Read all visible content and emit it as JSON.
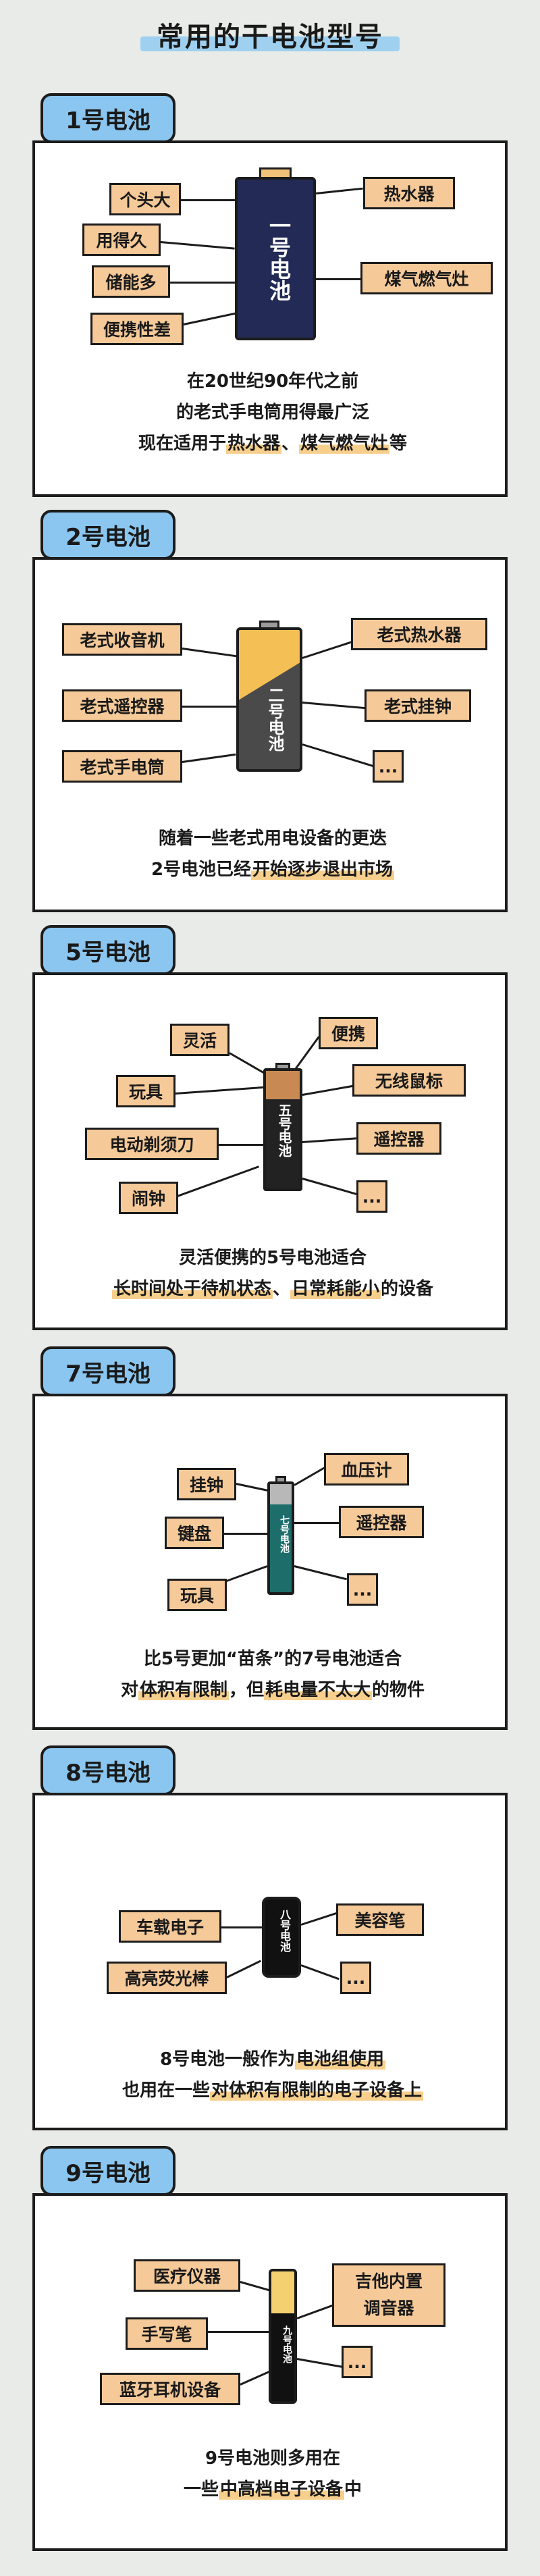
{
  "title": "常用的干电池型号",
  "sections": [
    {
      "badge": "1号电池",
      "battery_label": "一号电池",
      "tags": [
        "个头大",
        "用得久",
        "储能多",
        "便携性差",
        "热水器",
        "煤气燃气灶"
      ],
      "desc": {
        "line1": "在20世纪90年代之前",
        "line2": "的老式手电筒用得最广泛",
        "line3_pre": "现在适用于",
        "line3_hl1": "热水器",
        "line3_sep": "、",
        "line3_hl2": "煤气燃气灶",
        "line3_post": "等"
      }
    },
    {
      "badge": "2号电池",
      "battery_label": "二号电池",
      "tags": [
        "老式收音机",
        "老式遥控器",
        "老式手电筒",
        "老式热水器",
        "老式挂钟",
        "..."
      ],
      "desc": {
        "line1": "随着一些老式用电设备的更迭",
        "line2_pre": "2号电池已经",
        "line2_hl": "开始逐步退出市场"
      }
    },
    {
      "badge": "5号电池",
      "battery_label": "五号电池",
      "tags": [
        "灵活",
        "玩具",
        "电动剃须刀",
        "闹钟",
        "便携",
        "无线鼠标",
        "遥控器",
        "..."
      ],
      "desc": {
        "line1": "灵活便携的5号电池适合",
        "line2_hl1": "长时间处于待机状态",
        "line2_sep": "、",
        "line2_hl2": "日常耗能小",
        "line2_post": "的设备"
      }
    },
    {
      "badge": "7号电池",
      "battery_label": "七号电池",
      "tags": [
        "挂钟",
        "键盘",
        "玩具",
        "血压计",
        "遥控器",
        "..."
      ],
      "desc": {
        "line1": "比5号更加“苗条”的7号电池适合",
        "line2_pre": "对",
        "line2_hl1": "体积有限制",
        "line2_mid": "，但",
        "line2_hl2": "耗电量不太大",
        "line2_post": "的物件"
      }
    },
    {
      "badge": "8号电池",
      "battery_label": "八号电池",
      "tags": [
        "车载电子",
        "高亮荧光棒",
        "美容笔",
        "..."
      ],
      "desc": {
        "line1_pre": "8号电池一般作为",
        "line1_hl": "电池组使用",
        "line2_pre": "也用在一些",
        "line2_hl": "对体积有限制的电子设备上"
      }
    },
    {
      "badge": "9号电池",
      "battery_label": "九号电池",
      "tags": [
        "医疗仪器",
        "手写笔",
        "蓝牙耳机设备",
        "吉他内置调音器",
        "..."
      ],
      "desc": {
        "line1": "9号电池则多用在",
        "line2_pre": "一些",
        "line2_hl": "中高档电子设备",
        "line2_post": "中"
      }
    }
  ]
}
